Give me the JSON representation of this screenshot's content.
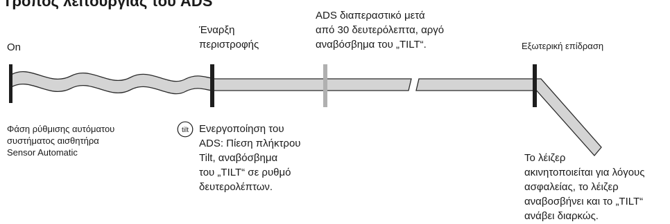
{
  "title": "Τρόπος λειτουργίας του ADS",
  "labels": {
    "on": "On",
    "start_rotation": "Έναρξη\nπεριστροφής",
    "ads_interactive": "ADS διαπεραστικό μετά\nαπό 30 δευτερόλεπτα, αργό\nαναβόσβημα του „TILT“.",
    "external_effect": "Εξωτερική επίδραση",
    "setup_phase": "Φάση ρύθμισης αυτόματου\nσυστήματος αισθητήρα\nSensor Automatic",
    "ads_activation": "Ενεργοποίηση του\nADS: Πίεση πλήκτρου\nTilt, αναβόσβημα\nτου „TILT“ σε ρυθμό\nδευτερολέπτων.",
    "laser_immobilized": "Το λέιζερ\nακινητοποιείται για λόγους\nασφαλείας, το λέιζερ\nαναβοσβήνει και το „TILT“\nανάβει διαρκώς."
  },
  "icons": {
    "tilt_button": "tilt-button-icon"
  },
  "tilt_icon_text": "tilt",
  "colors": {
    "bar_fill": "#d4d4d4",
    "bar_stroke": "#2a2a2a",
    "marker_dark": "#1e1e1e",
    "marker_gray": "#b0b0b0",
    "text": "#1a1a1a"
  }
}
